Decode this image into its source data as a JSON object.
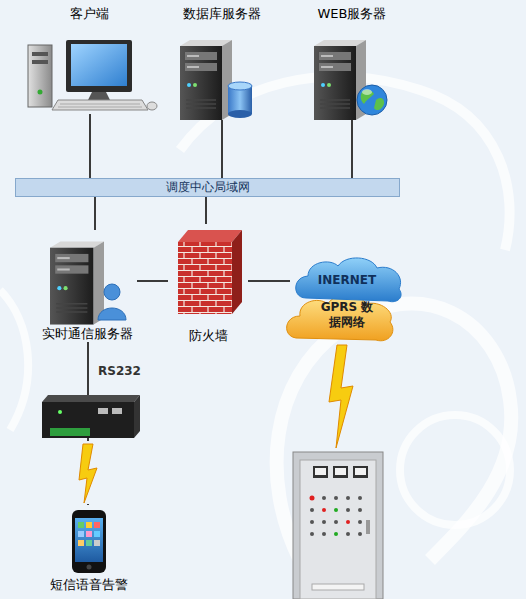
{
  "diagram": {
    "nodes": [
      {
        "text": [
          "客户端"
        ]
      },
      {
        "text": [
          "数据库服务器"
        ]
      },
      {
        "text": [
          "WEB服务器"
        ]
      },
      {
        "text": [
          "调度中心局域网"
        ]
      },
      {
        "text": [
          "实时通信服务器"
        ]
      },
      {
        "text": [
          "防火墙"
        ]
      },
      {
        "text": [
          "INERNET",
          "GPRS 数据网络"
        ]
      },
      {
        "text": [
          "短信语音告警"
        ]
      }
    ],
    "edges": [
      {
        "from": 0,
        "to": 3,
        "arrow": "none"
      },
      {
        "from": 1,
        "to": 3,
        "arrow": "none"
      },
      {
        "from": 2,
        "to": 3,
        "arrow": "none"
      },
      {
        "from": 3,
        "to": 4,
        "arrow": "none"
      },
      {
        "from": 3,
        "to": 5,
        "arrow": "none"
      },
      {
        "from": 4,
        "to": 5,
        "arrow": "none"
      },
      {
        "from": 5,
        "to": 6,
        "arrow": "none"
      },
      {
        "from": 4,
        "to": 7,
        "label": "RS232",
        "arrow": "none"
      }
    ]
  }
}
